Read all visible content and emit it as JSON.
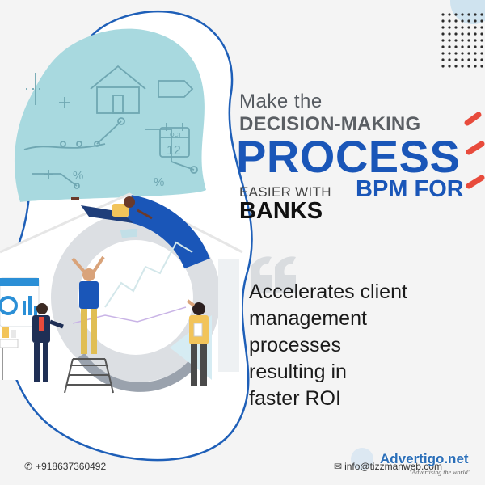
{
  "headline": {
    "line1": "Make the",
    "line2": "DECISION-MAKING",
    "line3": "PROCESS",
    "line4a": "EASIER WITH",
    "line4b": "BPM FOR",
    "line5": "BANKS"
  },
  "quote": {
    "line1": "Accelerates client",
    "line2": "management",
    "line3": "processes",
    "line4": "resulting in",
    "line5": "faster ROI"
  },
  "contact": {
    "phone": "+918637360492",
    "email": "info@tizzmanweb.com"
  },
  "watermark": {
    "brand": "Advertigo.net",
    "tagline": "\"Advertising the world\""
  },
  "colors": {
    "primary_blue": "#1a56b8",
    "teal_blob": "#a8d9df",
    "accent_red": "#e84b3c",
    "background": "#f4f4f4"
  },
  "illustration": {
    "icons": [
      "house-icon",
      "calendar-icon",
      "percent-icon",
      "quote-mark-icon"
    ],
    "calendar_label": "OCT",
    "calendar_day": "12",
    "percent_sign": "%"
  }
}
